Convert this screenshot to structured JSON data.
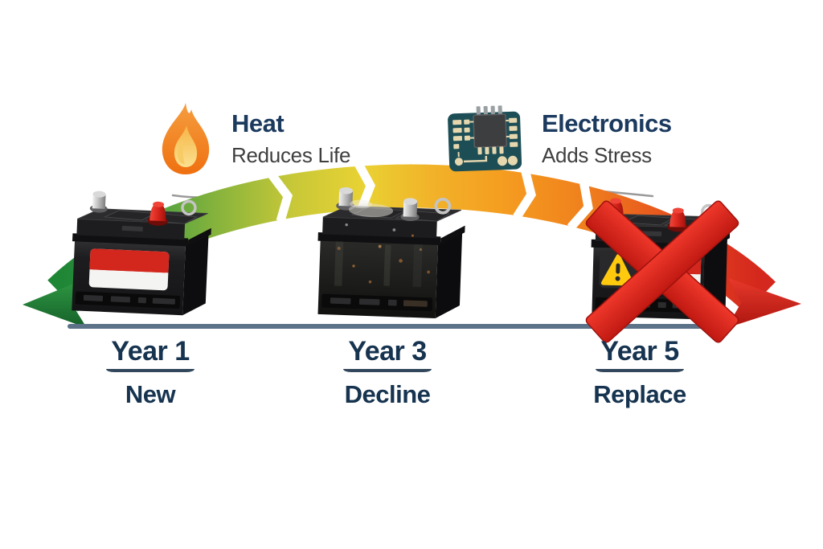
{
  "title": "Battery lifespan timeline infographic",
  "annotations": {
    "heat": {
      "icon": "flame-icon",
      "title": "Heat",
      "subtitle": "Reduces Life"
    },
    "electronics": {
      "icon": "chip-icon",
      "title": "Electronics",
      "subtitle": "Adds Stress"
    }
  },
  "timeline": {
    "stages": [
      {
        "year": "Year 1",
        "status": "New",
        "battery_state": "new",
        "battery_icon": "battery-new"
      },
      {
        "year": "Year 3",
        "status": "Decline",
        "battery_state": "declining",
        "battery_icon": "battery-declining"
      },
      {
        "year": "Year 5",
        "status": "Replace",
        "battery_state": "failed",
        "battery_icon": "battery-failed-with-x"
      }
    ]
  },
  "icons": [
    "flame-icon",
    "chip-icon",
    "battery-new",
    "battery-declining",
    "battery-failed",
    "red-x-icon",
    "warning-triangle-icon",
    "green-arrowhead",
    "red-arrowhead"
  ],
  "colors": {
    "background": "#ffffff",
    "annotation_title_text": "#1b3a5e",
    "annotation_subtitle_text": "#3f3f3f",
    "year_text": "#16334f",
    "timeline_bar": "#5c7288",
    "underline": "#33475c",
    "swoosh_line": "#9a9a9a",
    "arc_gradient": [
      "#1f8636",
      "#3b9a41",
      "#86b33c",
      "#c8c838",
      "#e9d233",
      "#f2b229",
      "#f59d20",
      "#f0821d",
      "#e85a1e",
      "#dd3a1e",
      "#d4271d"
    ],
    "battery_body": "#1a1a1c",
    "label_red": "#d3271e",
    "label_white": "#f4f4f2",
    "warning_yellow": "#ffc90e",
    "x_red": "#e1251b"
  }
}
